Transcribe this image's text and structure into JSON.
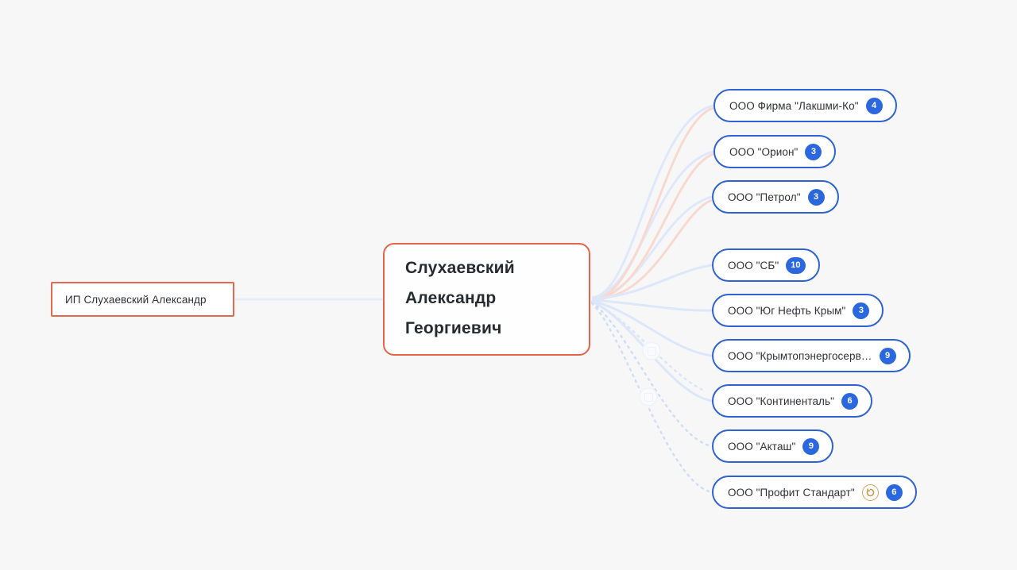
{
  "canvas": {
    "background_color": "#f7f7f8",
    "accent_orange": "#e2654a",
    "accent_blue": "#2f62d4",
    "badge_color": "#2b68e0"
  },
  "left_node": {
    "label": "ИП Слухаевский Александр",
    "border_color": "#e2694e",
    "shape": "rectangle"
  },
  "center_node": {
    "lines": [
      "Слухаевский",
      "Александр",
      "Георгиевич"
    ],
    "border_color": "#e2654a",
    "shape": "rounded-rectangle"
  },
  "right_nodes": [
    {
      "label": "ООО Фирма \"Лакшми-Ко\"",
      "count": "4",
      "has_status_icon": false
    },
    {
      "label": "ООО \"Орион\"",
      "count": "3",
      "has_status_icon": false
    },
    {
      "label": "ООО \"Петрол\"",
      "count": "3",
      "has_status_icon": false
    },
    {
      "label": "ООО \"СБ\"",
      "count": "10",
      "has_status_icon": false
    },
    {
      "label": "ООО \"Юг Нефть Крым\"",
      "count": "3",
      "has_status_icon": false
    },
    {
      "label": "ООО \"Крымтопэнергосерв…",
      "count": "9",
      "has_status_icon": false
    },
    {
      "label": "ООО \"Континенталь\"",
      "count": "6",
      "has_status_icon": false
    },
    {
      "label": "ООО \"Акташ\"",
      "count": "9",
      "has_status_icon": false
    },
    {
      "label": "ООО \"Профит Стандарт\"",
      "count": "6",
      "has_status_icon": true,
      "status_icon": "restore-icon"
    }
  ],
  "edge_markers": [
    {
      "name": "edge-marker-upper"
    },
    {
      "name": "edge-marker-lower"
    }
  ]
}
